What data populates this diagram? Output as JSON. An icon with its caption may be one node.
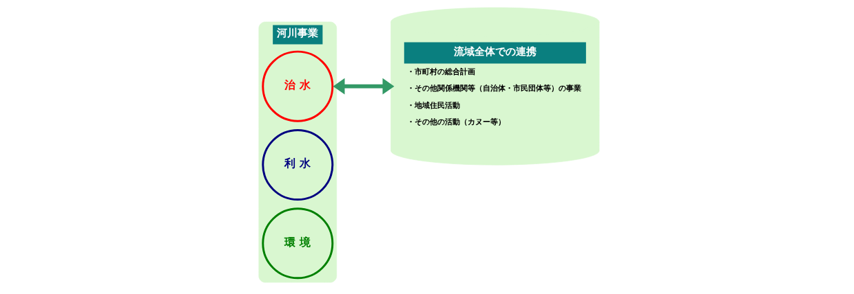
{
  "diagram": {
    "nodes": [
      {
        "text": [
          "河川事業"
        ]
      },
      {
        "text": [
          "治 水"
        ],
        "in": 0
      },
      {
        "text": [
          "利 水"
        ],
        "in": 0
      },
      {
        "text": [
          "環 境"
        ],
        "in": 0
      },
      {
        "text": [
          "流域全体での連携",
          "・市町村の総合計画",
          "・その他関係機関等（自治体・市民団体等）の事業",
          "・地域住民活動",
          "・その他の活動（カヌー等）"
        ]
      }
    ],
    "edges": [
      {
        "from": 0,
        "to": 4,
        "arrow": "both"
      }
    ]
  }
}
